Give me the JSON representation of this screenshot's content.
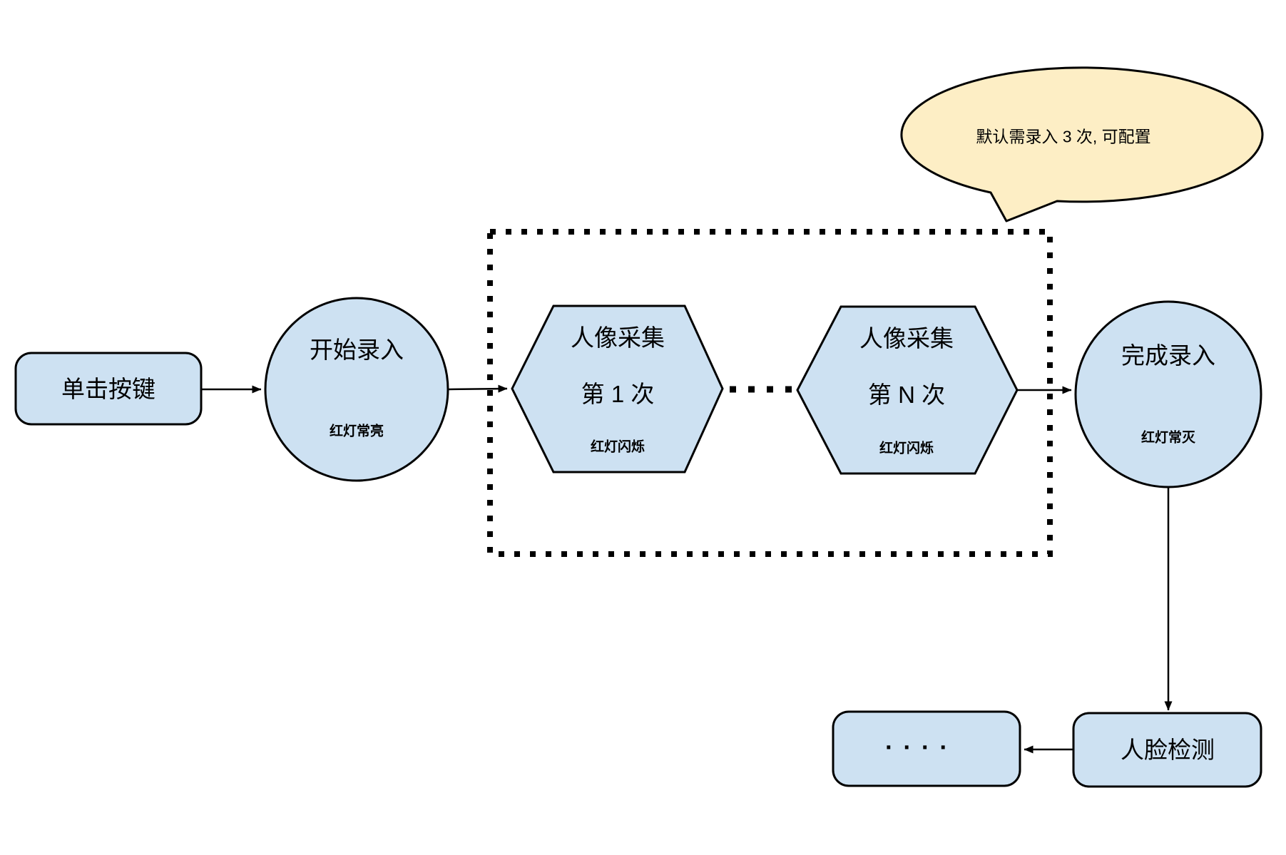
{
  "colors": {
    "node_fill": "#cde1f2",
    "bubble_fill": "#fdeec5",
    "line": "#000000"
  },
  "callout": {
    "text": "默认需录入 3 次, 可配置"
  },
  "nodes": {
    "click_button": {
      "label": "单击按键"
    },
    "start_enroll": {
      "label": "开始录入",
      "status": "红灯常亮"
    },
    "capture_first": {
      "title": "人像采集",
      "count": "第 1 次",
      "status": "红灯闪烁"
    },
    "capture_nth": {
      "title": "人像采集",
      "count": "第 N 次",
      "status": "红灯闪烁"
    },
    "finish_enroll": {
      "label": "完成录入",
      "status": "红灯常灭"
    },
    "face_detect": {
      "label": "人脸检测"
    },
    "placeholder": {
      "label": "...."
    }
  }
}
